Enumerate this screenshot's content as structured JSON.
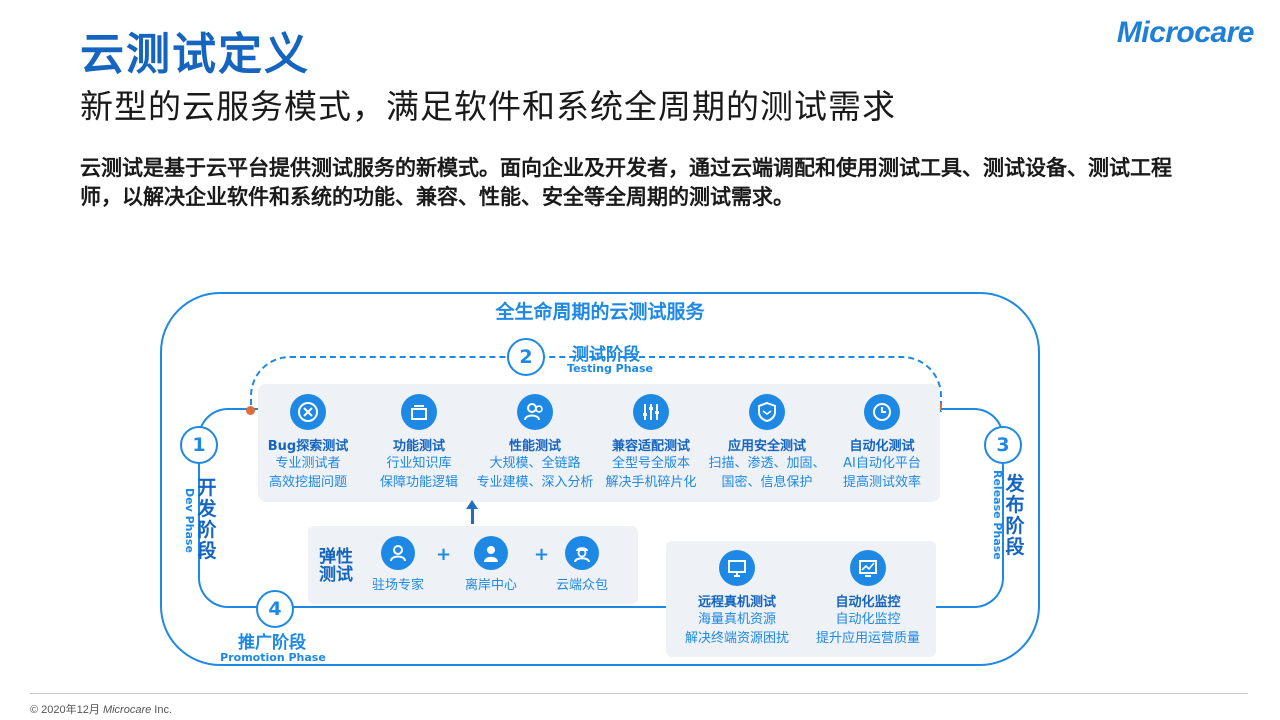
{
  "header": {
    "title": "云测试定义",
    "subtitle": "新型的云服务模式，满足软件和系统全周期的测试需求",
    "brand": "Microcare"
  },
  "intro": "云测试是基于云平台提供测试服务的新模式。面向企业及开发者，通过云端调配和使用测试工具、测试设备、测试工程师，以解决企业软件和系统的功能、兼容、性能、安全等全周期的测试需求。",
  "diagram": {
    "title": "全生命周期的云测试服务",
    "phases": {
      "testing": {
        "num": "2",
        "cn": "测试阶段",
        "en": "Testing Phase"
      },
      "dev": {
        "num": "1",
        "cn": "开发阶段",
        "en": "Dev Phase"
      },
      "release": {
        "num": "3",
        "cn": "发布阶段",
        "en": "Release Phase"
      },
      "promotion": {
        "num": "4",
        "cn": "推广阶段",
        "en": "Promotion Phase"
      }
    },
    "tests": [
      {
        "name": "Bug探索测试",
        "line1": "专业测试者",
        "line2": "高效挖掘问题",
        "icon": "x-circle-icon"
      },
      {
        "name": "功能测试",
        "line1": "行业知识库",
        "line2": "保障功能逻辑",
        "icon": "stack-icon"
      },
      {
        "name": "性能测试",
        "line1": "大规模、全链路",
        "line2": "专业建模、深入分析",
        "icon": "users-icon"
      },
      {
        "name": "兼容适配测试",
        "line1": "全型号全版本",
        "line2": "解决手机碎片化",
        "icon": "sliders-icon"
      },
      {
        "name": "应用安全测试",
        "line1": "扫描、渗透、加固、",
        "line2": "国密、信息保护",
        "icon": "shield-icon"
      },
      {
        "name": "自动化测试",
        "line1": "AI自动化平台",
        "line2": "提高测试效率",
        "icon": "clock-icon"
      }
    ],
    "elastic": {
      "label": "弹性测试",
      "resources": [
        {
          "name": "驻场专家",
          "icon": "person-icon"
        },
        {
          "name": "离岸中心",
          "icon": "worker-icon"
        },
        {
          "name": "云端众包",
          "icon": "engineer-icon"
        }
      ]
    },
    "release_items": [
      {
        "name": "远程真机测试",
        "line1": "海量真机资源",
        "line2": "解决终端资源困扰",
        "icon": "monitor-icon"
      },
      {
        "name": "自动化监控",
        "line1": "自动化监控",
        "line2": "提升应用运营质量",
        "icon": "chart-icon"
      }
    ]
  },
  "footer": {
    "date": "© 2020年12月",
    "company": "Microcare",
    "suffix": "Inc."
  },
  "colors": {
    "primary": "#1e88e5",
    "title": "#1565c0",
    "dot": "#e06b3a",
    "panel": "#eef1f5"
  }
}
